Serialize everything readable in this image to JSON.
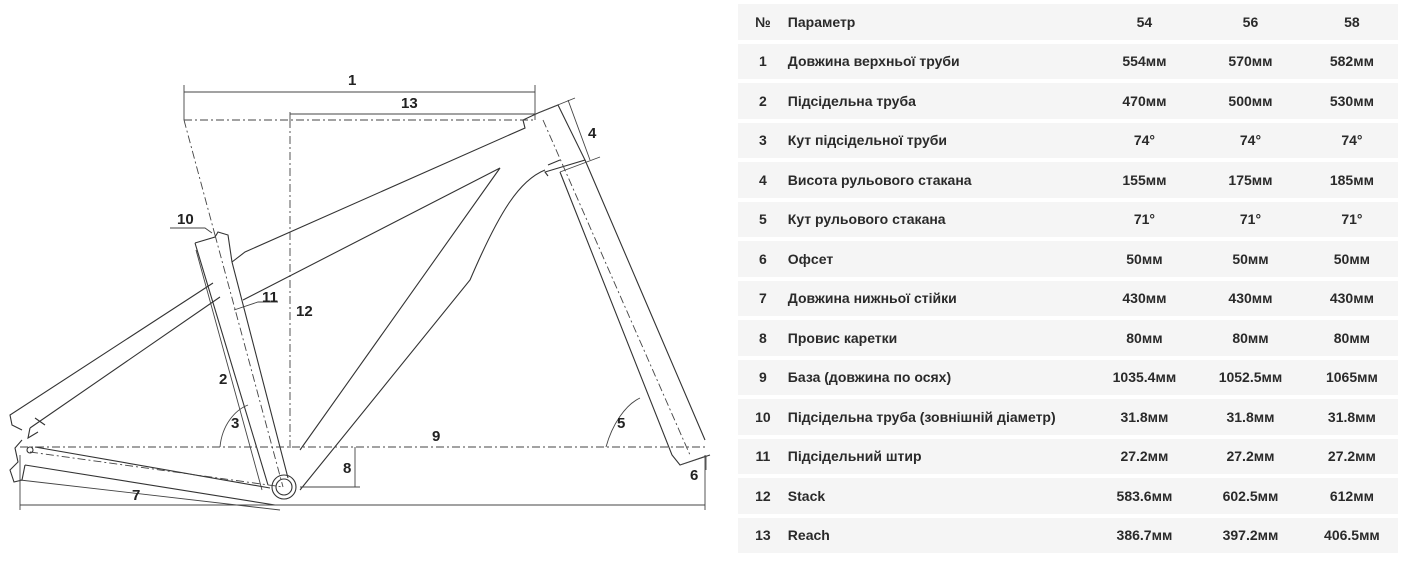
{
  "diagram": {
    "labels": [
      "1",
      "2",
      "3",
      "4",
      "5",
      "6",
      "7",
      "8",
      "9",
      "10",
      "11",
      "12",
      "13"
    ]
  },
  "table": {
    "headers": {
      "num": "№",
      "param": "Параметр",
      "sizes": [
        "54",
        "56",
        "58"
      ]
    },
    "rows": [
      {
        "num": "1",
        "param": "Довжина верхньої труби",
        "values": [
          "554мм",
          "570мм",
          "582мм"
        ]
      },
      {
        "num": "2",
        "param": "Підсідельна труба",
        "values": [
          "470мм",
          "500мм",
          "530мм"
        ]
      },
      {
        "num": "3",
        "param": "Кут підсідельної труби",
        "values": [
          "74°",
          "74°",
          "74°"
        ]
      },
      {
        "num": "4",
        "param": "Висота рульового стакана",
        "values": [
          "155мм",
          "175мм",
          "185мм"
        ]
      },
      {
        "num": "5",
        "param": "Кут рульового стакана",
        "values": [
          "71°",
          "71°",
          "71°"
        ]
      },
      {
        "num": "6",
        "param": "Офсет",
        "values": [
          "50мм",
          "50мм",
          "50мм"
        ]
      },
      {
        "num": "7",
        "param": "Довжина нижньої стійки",
        "values": [
          "430мм",
          "430мм",
          "430мм"
        ]
      },
      {
        "num": "8",
        "param": "Провис каретки",
        "values": [
          "80мм",
          "80мм",
          "80мм"
        ]
      },
      {
        "num": "9",
        "param": "База (довжина по осях)",
        "values": [
          "1035.4мм",
          "1052.5мм",
          "1065мм"
        ]
      },
      {
        "num": "10",
        "param": "Підсідельна труба (зовнішній діаметр)",
        "values": [
          "31.8мм",
          "31.8мм",
          "31.8мм"
        ]
      },
      {
        "num": "11",
        "param": "Підсідельний штир",
        "values": [
          "27.2мм",
          "27.2мм",
          "27.2мм"
        ]
      },
      {
        "num": "12",
        "param": "Stack",
        "values": [
          "583.6мм",
          "602.5мм",
          "612мм"
        ]
      },
      {
        "num": "13",
        "param": "Reach",
        "values": [
          "386.7мм",
          "397.2мм",
          "406.5мм"
        ]
      }
    ]
  }
}
